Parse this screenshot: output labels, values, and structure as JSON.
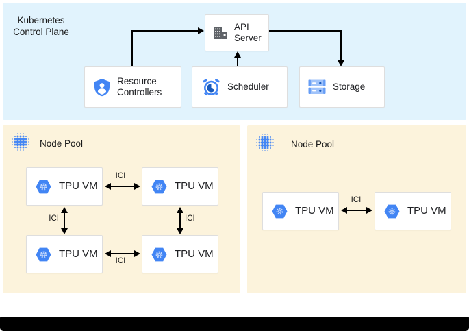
{
  "control_plane": {
    "title": "Kubernetes Control Plane",
    "api_server": "API Server",
    "resource_controllers": "Resource Controllers",
    "scheduler": "Scheduler",
    "storage": "Storage"
  },
  "node_pool_left": {
    "title": "Node Pool",
    "vm1": "TPU VM",
    "vm2": "TPU VM",
    "vm3": "TPU VM",
    "vm4": "TPU VM",
    "ici_top": "ICI",
    "ici_bottom": "ICI",
    "ici_left": "ICI",
    "ici_right": "ICI"
  },
  "node_pool_right": {
    "title": "Node Pool",
    "vm1": "TPU VM",
    "vm2": "TPU VM",
    "ici": "ICI"
  },
  "icons": {
    "api_server": "building-icon",
    "resource_controllers": "shield-person-icon",
    "scheduler": "alarm-clock-icon",
    "storage": "storage-disks-icon",
    "node_pool": "dot-cluster-icon",
    "tpu_vm": "tpu-hexagon-gear-icon"
  },
  "colors": {
    "control_plane_bg": "#E1F3FD",
    "node_pool_bg": "#FCF3DC",
    "google_blue": "#4285F4",
    "light_blue": "#A0C3FA",
    "dark_blue": "#185ABC",
    "icon_gray": "#5F6368",
    "box_border": "#DEDEDE",
    "arrow": "#000000",
    "bottom_bar": "#000000"
  }
}
